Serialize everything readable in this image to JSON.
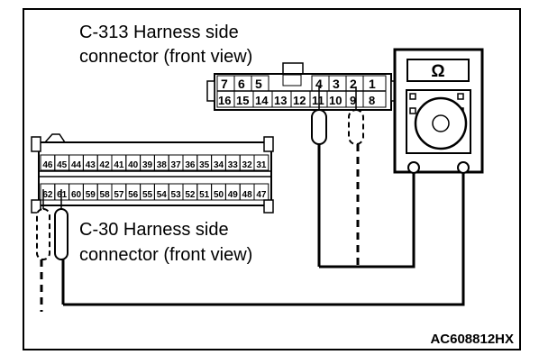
{
  "c313": {
    "title": "C-313 Harness side",
    "subtitle": "connector (front view)",
    "top_pins": [
      "7",
      "6",
      "5",
      "4",
      "3",
      "2",
      "1"
    ],
    "bottom_pins": [
      "16",
      "15",
      "14",
      "13",
      "12",
      "11",
      "10",
      "9",
      "8"
    ]
  },
  "c30": {
    "title": "C-30 Harness side",
    "subtitle": "connector (front view)",
    "top_pins": [
      "46",
      "45",
      "44",
      "43",
      "42",
      "41",
      "40",
      "39",
      "38",
      "37",
      "36",
      "35",
      "34",
      "33",
      "32",
      "31"
    ],
    "bottom_pins": [
      "62",
      "61",
      "60",
      "59",
      "58",
      "57",
      "56",
      "55",
      "54",
      "53",
      "52",
      "51",
      "50",
      "49",
      "48",
      "47"
    ]
  },
  "meter": {
    "symbol": "Ω"
  },
  "figure_code": "AC608812HX"
}
